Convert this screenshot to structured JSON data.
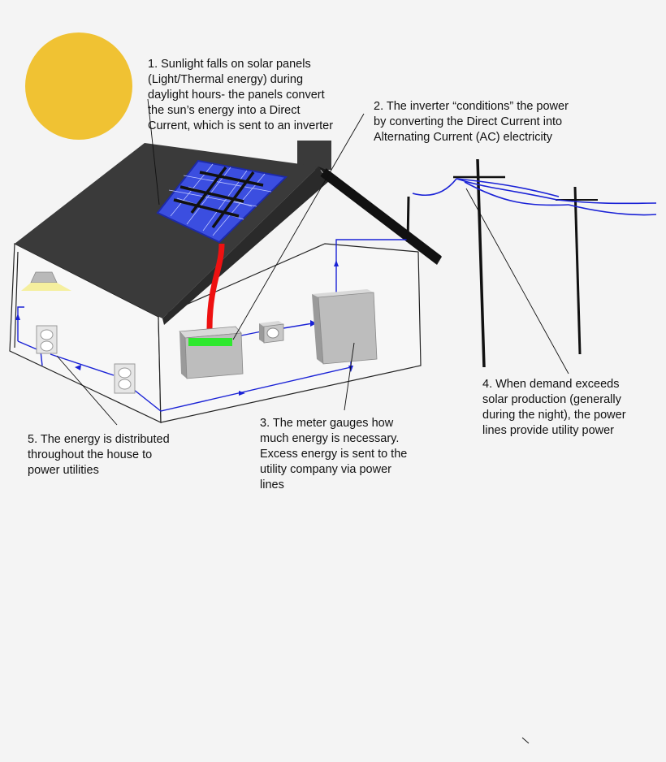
{
  "diagram": {
    "steps": [
      {
        "id": "step1",
        "text": "1. Sunlight falls on solar panels\n(Light/Thermal energy) during\ndaylight hours- the panels convert\nthe sun’s energy into a Direct\nCurrent, which is sent to an inverter"
      },
      {
        "id": "step2",
        "text": "2. The inverter “conditions” the power\nby converting the Direct Current into\nAlternating Current (AC) electricity"
      },
      {
        "id": "step3",
        "text": "3. The meter gauges how\nmuch energy is necessary.\nExcess energy is sent to the\nutility company via power\nlines"
      },
      {
        "id": "step4",
        "text": "4. When demand exceeds\nsolar production (generally\nduring the night), the power\nlines provide utility power"
      },
      {
        "id": "step5",
        "text": "5. The energy is distributed\nthroughout the house to\npower utilities"
      }
    ]
  },
  "colors": {
    "background": "#f4f4f4",
    "sun": "#f0c233",
    "roof": "#3a3a3a",
    "solar_panel": "#3b4ee0",
    "dc_cable": "#ee1111",
    "wiring": "#1a22d6",
    "inverter_display": "#2ee82e",
    "device_gray": "#b9b9b9",
    "lamp_light": "#f5ef9e"
  }
}
